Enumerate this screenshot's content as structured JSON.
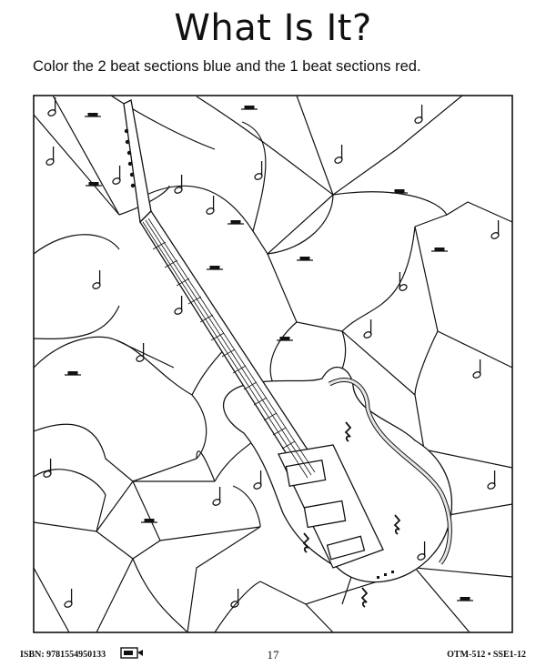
{
  "page": {
    "title": "What Is It?",
    "instructions": "Color the 2 beat sections blue and the 1 beat sections red."
  },
  "activity": {
    "hidden_picture": "electric-guitar",
    "colors": {
      "two_beat": "blue",
      "one_beat": "red"
    }
  },
  "footer": {
    "isbn": "ISBN: 9781554950133",
    "page_number": "17",
    "product_code": "OTM-512 • SSE1-12"
  }
}
